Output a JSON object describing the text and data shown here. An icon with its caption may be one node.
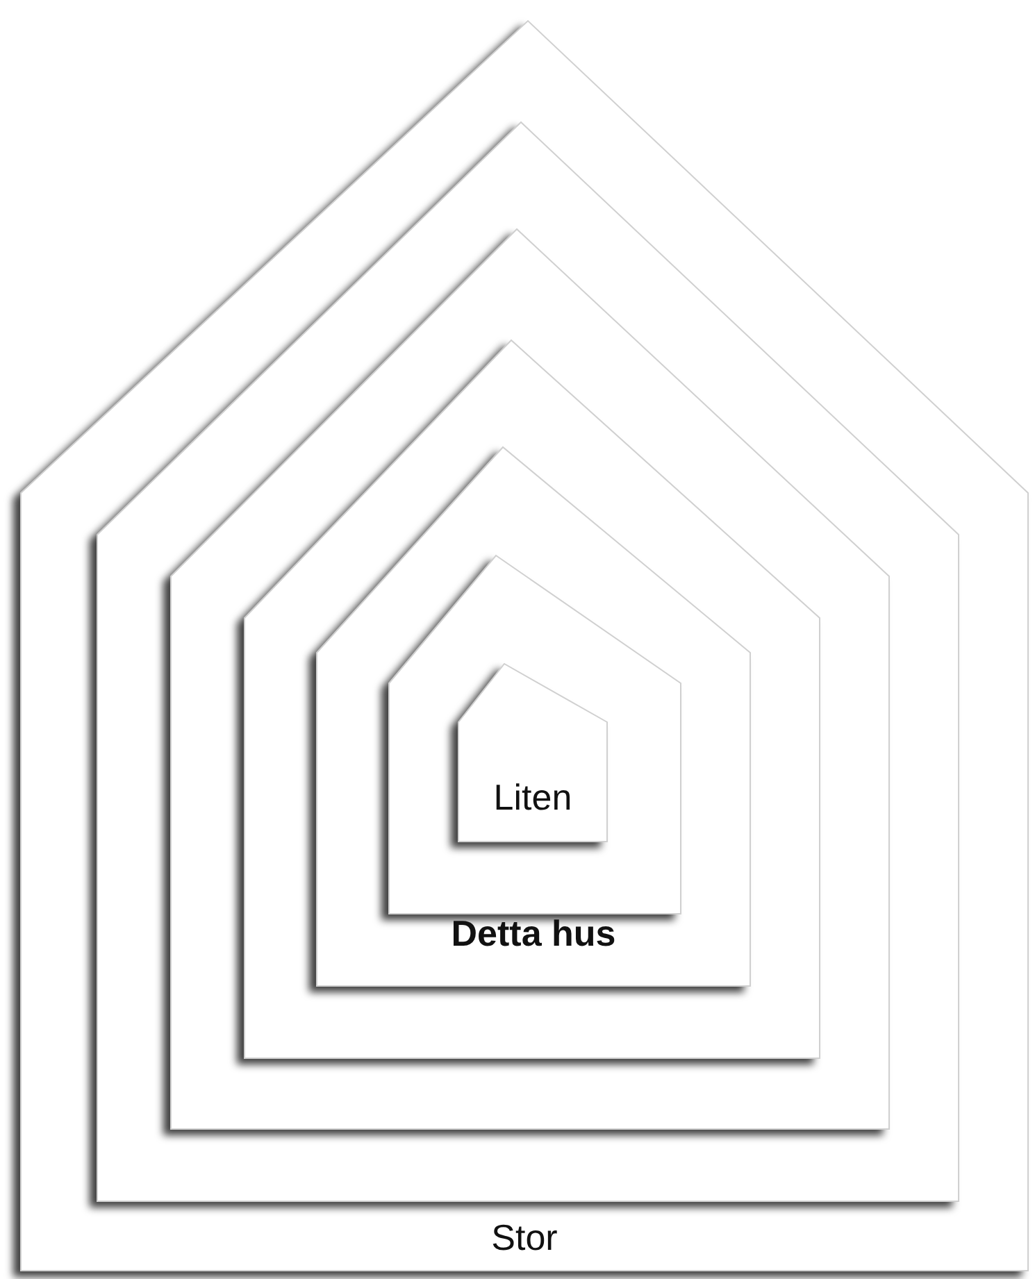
{
  "diagram": {
    "nodes": [
      {
        "text": [
          "Stor"
        ]
      },
      {
        "text": [],
        "shape": "pentagon",
        "in": 0
      },
      {
        "text": [],
        "shape": "pentagon",
        "in": 1
      },
      {
        "text": [],
        "shape": "pentagon",
        "in": 2
      },
      {
        "text": [
          "Detta hus"
        ],
        "in": 3
      },
      {
        "text": [],
        "shape": "pentagon",
        "in": 4
      },
      {
        "text": [
          "Liten"
        ],
        "in": 5
      }
    ]
  }
}
